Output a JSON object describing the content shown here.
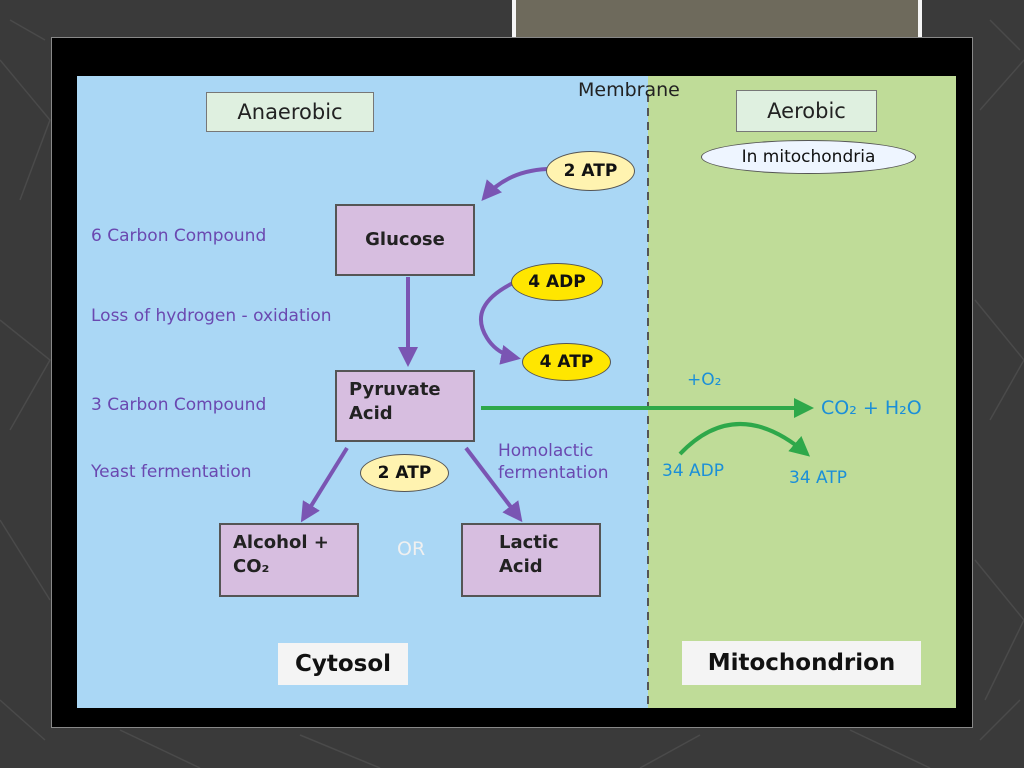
{
  "membrane_label": "Membrane",
  "anaerobic_label": "Anaerobic",
  "aerobic_label": "Aerobic",
  "mito_note": "In mitochondria",
  "side_labels": {
    "six_carbon": "6 Carbon Compound",
    "loss_h": "Loss of hydrogen - oxidation",
    "three_carbon": "3 Carbon Compound",
    "yeast": "Yeast fermentation",
    "homolactic_1": "Homolactic",
    "homolactic_2": "fermentation"
  },
  "compounds": {
    "glucose": "Glucose",
    "pyruvate_1": "Pyruvate",
    "pyruvate_2": "Acid",
    "alcohol_1": "Alcohol +",
    "alcohol_2": "CO₂",
    "lactic_1": "Lactic",
    "lactic_2": "Acid"
  },
  "energy": {
    "atp_in": "2 ATP",
    "adp4": "4 ADP",
    "atp4": "4 ATP",
    "atp_ferm": "2 ATP",
    "o2": "+O₂",
    "products": "CO₂ + H₂O",
    "adp34": "34 ADP",
    "atp34": "34 ATP"
  },
  "or_label": "OR",
  "region_cytosol": "Cytosol",
  "region_mito": "Mitochondrion",
  "colors": {
    "cytosol": "#aad7f5",
    "mitochondrion": "#bfdc98",
    "compound_box": "#d7bee0",
    "atp_yellow": "#ffe600",
    "atp_pale": "#fff3b0",
    "arrow_purple": "#7a55b3",
    "arrow_green": "#2ea84a",
    "text_purple": "#6a48b0",
    "text_blue": "#1b8fd8"
  }
}
